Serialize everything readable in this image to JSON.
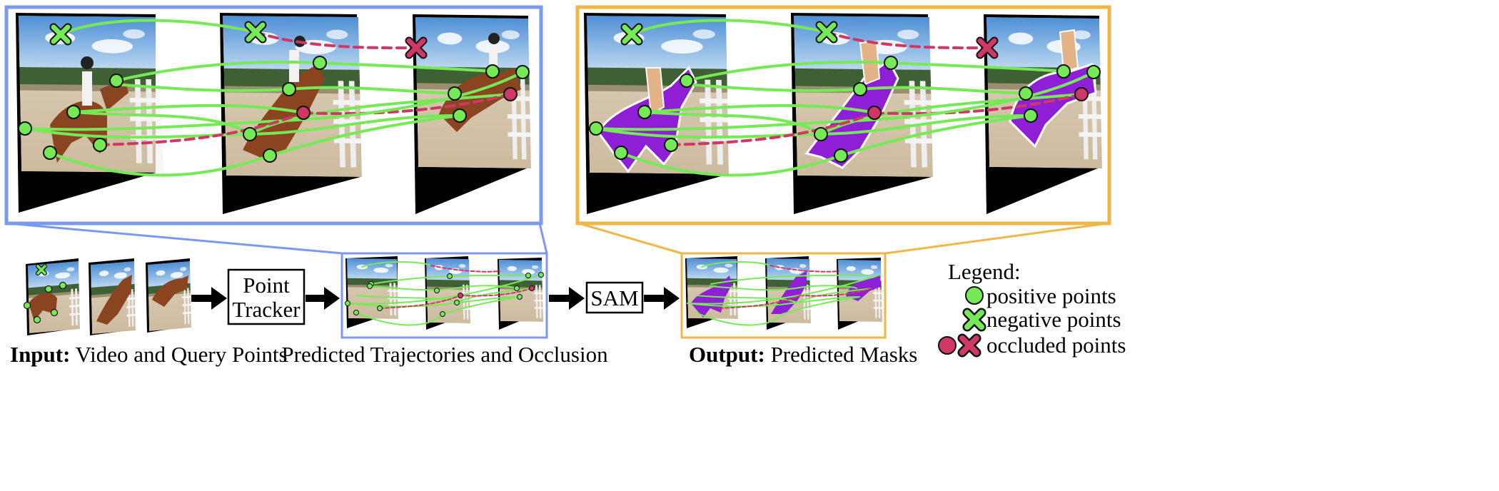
{
  "colors": {
    "blue_frame": "#7d99ee",
    "orange_frame": "#efb648",
    "trajectory_green": "#76ea56",
    "occluded_pink": "#cf3764",
    "mask_purple": "#8e1fd6",
    "arrow": "#000000"
  },
  "pipeline": {
    "tracker_line1": "Point",
    "tracker_line2": "Tracker",
    "sam": "SAM"
  },
  "captions": {
    "input_bold": "Input:",
    "input_text": " Video and Query Points",
    "middle": "Predicted Trajectories and Occlusion",
    "output_bold": "Output:",
    "output_text": " Predicted Masks"
  },
  "legend": {
    "title": "Legend:",
    "items": [
      {
        "icon": "green-circle-icon",
        "label": "positive points"
      },
      {
        "icon": "green-cross-icon",
        "label": "negative points"
      },
      {
        "icon": "pink-circle-and-cross-icon",
        "label": "occluded points"
      }
    ]
  }
}
